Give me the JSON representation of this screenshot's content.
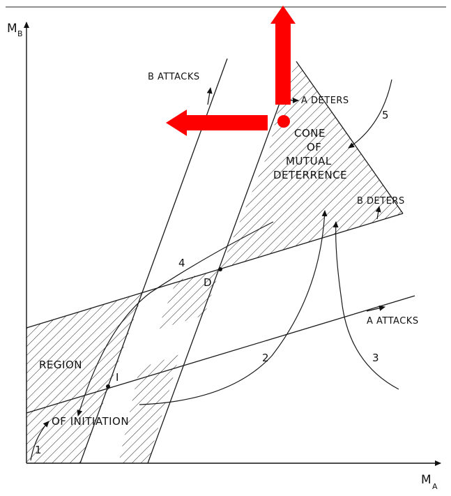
{
  "axes": {
    "y_label": "M",
    "y_sub": "B",
    "x_label": "M",
    "x_sub": "A"
  },
  "lines": {
    "b_attacks": "B ATTACKS",
    "a_deters": "A DETERS",
    "b_deters": "B DETERS",
    "a_attacks": "A ATTACKS"
  },
  "regions": {
    "cone_1": "CONE",
    "cone_2": "OF",
    "cone_3": "MUTUAL",
    "cone_4": "DETERRENCE",
    "initiation_1": "REGION",
    "initiation_2": "OF INITIATION"
  },
  "points": {
    "d": "D",
    "i": "I"
  },
  "paths": {
    "p1": "1",
    "p2": "2",
    "p3": "3",
    "p4": "4",
    "p5": "5"
  },
  "overlay": {
    "color": "#ff0000"
  }
}
